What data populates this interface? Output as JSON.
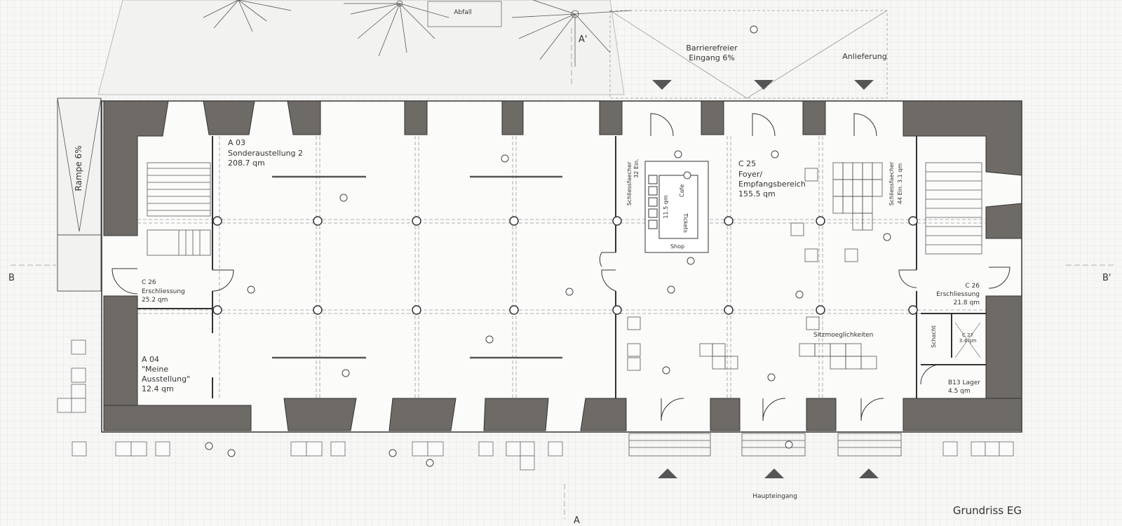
{
  "plan_title": "Grundriss EG",
  "colors": {
    "wall": "#6e6a66",
    "grid": "#e4e4e2",
    "line": "#333333",
    "background": "#f7f7f5"
  },
  "exterior": {
    "abfall": "Abfall",
    "barrierefrei_line1": "Barrierefreier",
    "barrierefrei_line2": "Eingang 6%",
    "anlieferung": "Anlieferung",
    "rampe": "Rampe  6%",
    "haupteingang": "Haupteingang"
  },
  "section_marks": {
    "a_top": "A'",
    "a_bottom": "A",
    "b_left": "B",
    "b_right": "B'"
  },
  "rooms": {
    "a03": {
      "code": "A 03",
      "name": "Sonderaustellung 2",
      "area": "208.7 qm"
    },
    "a04": {
      "code": "A 04",
      "name_line1": "\"Meine",
      "name_line2": "Ausstellung\"",
      "area": "12.4 qm"
    },
    "c26_left": {
      "code": "C 26",
      "name": "Erschliessung",
      "area": "25.2 qm"
    },
    "c26_right": {
      "code": "C 26",
      "name": "Erschliessung",
      "area": "21.8 qm"
    },
    "c25": {
      "code": "C 25",
      "name_line1": "Foyer/",
      "name_line2": "Empfangsbereich",
      "area": "155.5 qm"
    },
    "b13": {
      "code": "B13  Lager",
      "area": "4.5 qm"
    },
    "c27": {
      "code": "C 27",
      "area": "3.4 qm"
    },
    "schacht": "Schacht"
  },
  "labels": {
    "schliess_left_line1": "Schliessfaecher",
    "schliess_left_line2": "32 Ein.",
    "schliess_right_line1": "Schliessfaecher",
    "schliess_right_line2": "44 Ein. 3.1 qm",
    "cafe": "Cafe",
    "tickets": "Tickets",
    "shop": "Shop",
    "cafe_area": "11.5 qm",
    "sitzmoeglichkeiten": "Sitzmoeglichkeiten"
  }
}
